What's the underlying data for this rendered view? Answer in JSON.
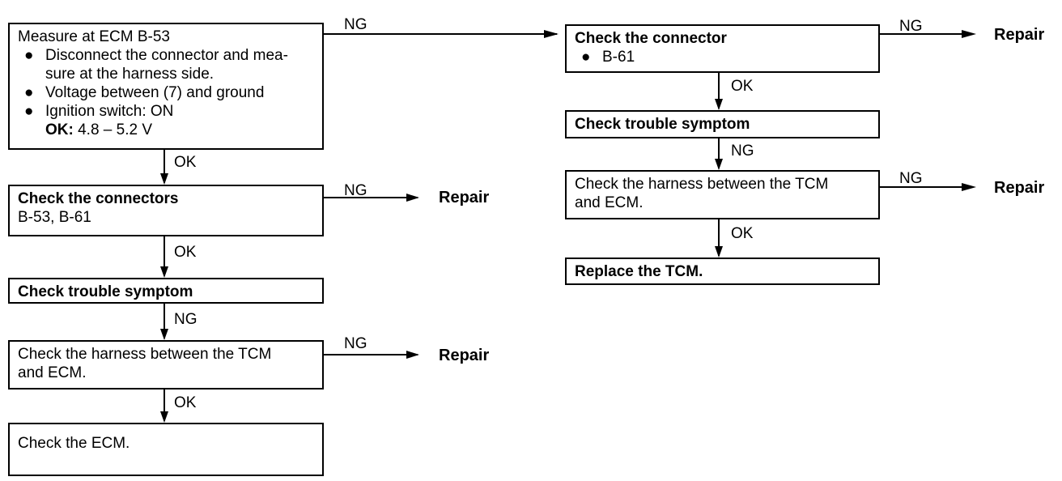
{
  "boxes": {
    "b1": {
      "title": "Measure at ECM B-53",
      "bullets": [
        "Disconnect the connector and mea-",
        "Voltage between (7) and ground",
        "Ignition switch: ON"
      ],
      "continuation": "sure at the harness side.",
      "ok_label": "OK:",
      "ok_value": "4.8 – 5.2 V"
    },
    "b2": {
      "title": "Check the connectors",
      "line2": "B-53, B-61"
    },
    "b3": {
      "title": "Check trouble symptom"
    },
    "b4": {
      "line1": "Check the harness between the TCM",
      "line2": "and ECM."
    },
    "b5": {
      "title": "Check the ECM."
    },
    "r1": {
      "title": "Check the connector",
      "bullet": "B-61"
    },
    "r2": {
      "title": "Check trouble symptom"
    },
    "r3": {
      "line1": "Check the harness between the TCM",
      "line2": "and ECM."
    },
    "r4": {
      "title": "Replace the TCM."
    }
  },
  "labels": {
    "ok": "OK",
    "ng": "NG",
    "repair": "Repair",
    "bullet_glyph": "●"
  }
}
